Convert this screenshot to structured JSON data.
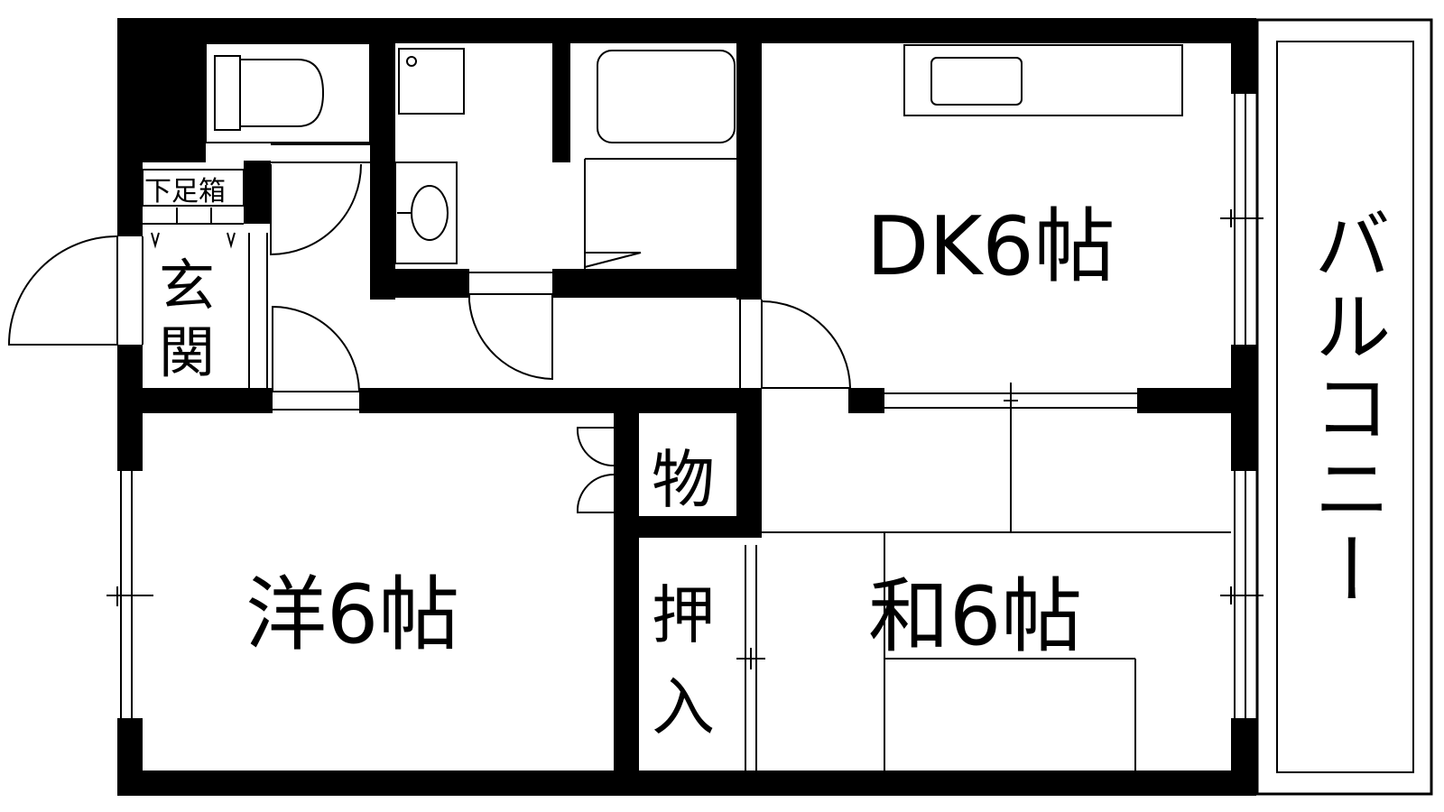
{
  "labels": {
    "dk": "DK6帖",
    "western_room": "洋6帖",
    "japanese_room": "和6帖",
    "entrance_1": "玄",
    "entrance_2": "関",
    "shoe_box": "下足箱",
    "storage": "物",
    "closet_1": "押",
    "closet_2": "入",
    "balcony": "バルコニー"
  }
}
